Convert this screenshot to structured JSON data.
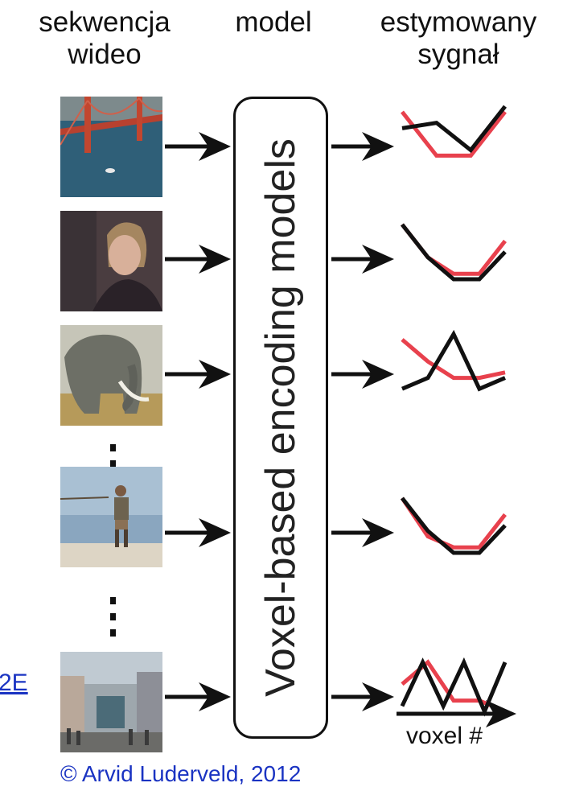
{
  "headers": {
    "input_line1": "sekwencja",
    "input_line2": "wideo",
    "model": "model",
    "output_line1": "estymowany",
    "output_line2": "sygnał"
  },
  "model_label": "Voxel-based encoding models",
  "thumbnails": [
    {
      "name": "bridge-thumbnail",
      "subject": "bridge over water"
    },
    {
      "name": "woman-thumbnail",
      "subject": "woman portrait"
    },
    {
      "name": "elephant-thumbnail",
      "subject": "elephant"
    },
    {
      "name": "hiker-thumbnail",
      "subject": "hiker on beach"
    },
    {
      "name": "street-thumbnail",
      "subject": "city street"
    }
  ],
  "signals": [
    {
      "estimated": [
        1,
        0.2,
        0.2,
        1
      ],
      "measured": [
        0.7,
        0.8,
        0.3,
        1.1
      ]
    },
    {
      "estimated": [
        1,
        0.4,
        0.1,
        0.1,
        0.7
      ],
      "measured": [
        1,
        0.4,
        0,
        0,
        0.5
      ]
    },
    {
      "estimated": [
        1,
        0.6,
        0.3,
        0.3,
        0.4
      ],
      "measured": [
        0.1,
        0.3,
        1.1,
        0.1,
        0.3
      ]
    },
    {
      "estimated": [
        1,
        0.3,
        0.1,
        0.1,
        0.7
      ],
      "measured": [
        1,
        0.4,
        0,
        0,
        0.5
      ]
    },
    {
      "estimated": [
        0.6,
        1,
        0.3,
        0.3,
        0.1
      ],
      "measured": [
        0.2,
        1,
        0.2,
        1,
        0.1,
        1
      ]
    }
  ],
  "colors": {
    "estimated": "#e8414d",
    "measured": "#111111",
    "link": "#1a33c2"
  },
  "axis_label": "voxel #",
  "side_link": "2E",
  "copyright": "© Arvid Luderveld, 2012"
}
